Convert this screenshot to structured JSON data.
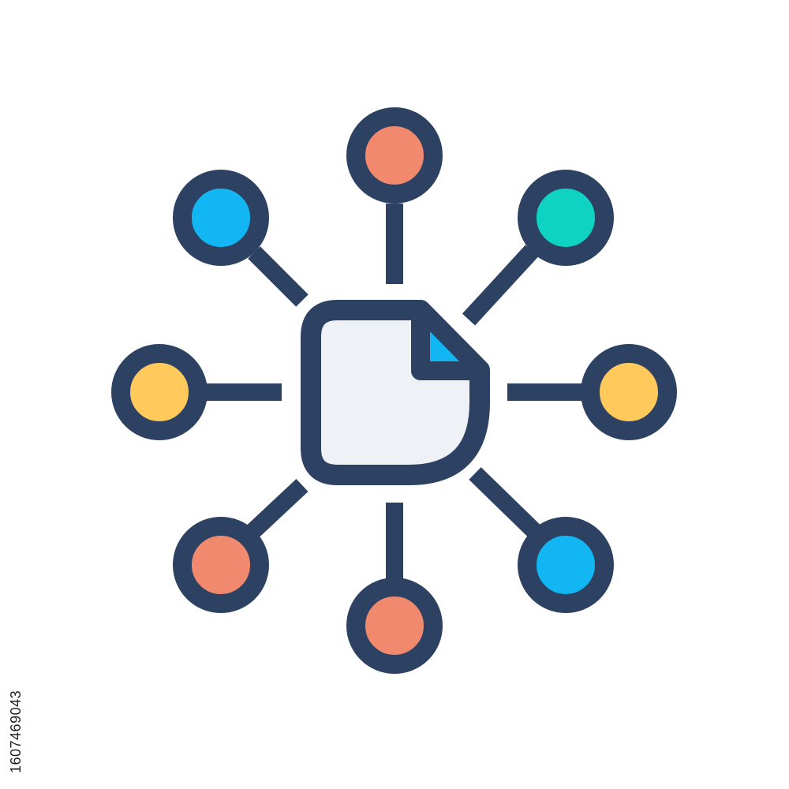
{
  "image": {
    "subject": "document-network-icon",
    "colors": {
      "outline": "#2d4263",
      "document_fill": "#eef1f5",
      "fold_fill": "#11b6f2",
      "background": "#ffffff"
    },
    "nodes": [
      {
        "name": "node-top",
        "color": "#f0896e"
      },
      {
        "name": "node-top-right",
        "color": "#0fd3c2"
      },
      {
        "name": "node-right",
        "color": "#ffc95c"
      },
      {
        "name": "node-bottom-right",
        "color": "#11b6f2"
      },
      {
        "name": "node-bottom",
        "color": "#f0896e"
      },
      {
        "name": "node-bottom-left",
        "color": "#f0896e"
      },
      {
        "name": "node-left",
        "color": "#ffc95c"
      },
      {
        "name": "node-top-left",
        "color": "#11b6f2"
      }
    ]
  },
  "stock_id": "1607469043"
}
